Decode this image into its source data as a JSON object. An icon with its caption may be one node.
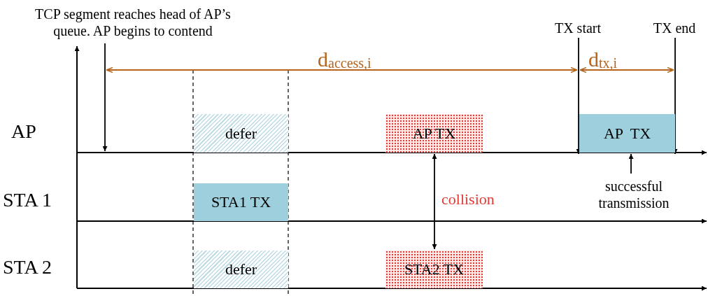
{
  "diagram": {
    "nodes": [
      {
        "text": [
          "TCP segment reaches head of AP’s queue. AP begins to contend"
        ]
      },
      {
        "text": [
          "TX start"
        ]
      },
      {
        "text": [
          "TX end"
        ]
      },
      {
        "text": [
          "defer"
        ]
      },
      {
        "text": [
          "AP TX"
        ]
      },
      {
        "text": [
          "AP  TX"
        ]
      },
      {
        "text": [
          "successful transmission"
        ]
      },
      {
        "text": [
          "STA1 TX"
        ]
      },
      {
        "text": [
          "defer"
        ]
      },
      {
        "text": [
          "STA2 TX"
        ]
      }
    ],
    "edges": [
      {
        "from": 0,
        "to": null,
        "arrow": "to"
      },
      {
        "from": 1,
        "to": 5,
        "arrow": "to"
      },
      {
        "from": 2,
        "to": 5,
        "arrow": "to"
      },
      {
        "from": 6,
        "to": 5,
        "arrow": "to"
      },
      {
        "from": 4,
        "to": 9,
        "arrow": "both",
        "label": "collision"
      }
    ],
    "labels": [
      "d$_{access,i}$",
      "d$_{tx,i}$",
      "AP",
      "STA 1",
      "STA 2"
    ]
  }
}
